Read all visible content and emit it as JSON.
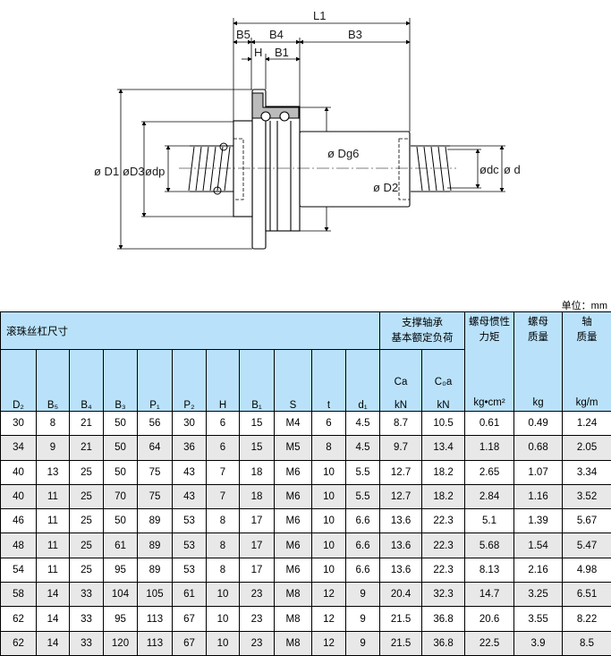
{
  "drawing": {
    "labels": {
      "L1": "L1",
      "B5": "B5",
      "B4": "B4",
      "B3": "B3",
      "H": "H",
      "B1": "B1",
      "D1": "ø D1",
      "D3": "øD3",
      "dp": "ødp",
      "Dg6": "ø Dg6",
      "D2": "ø D2",
      "dc": "ødc",
      "d": "ø d"
    }
  },
  "unit_label": "单位：mm",
  "table": {
    "group_ballscrew": "滚珠丝杠尺寸",
    "group_bearing_line1": "支撑轴承",
    "group_bearing_line2": "基本额定负荷",
    "group_inertia_line1": "螺母惯性",
    "group_inertia_line2": "力矩",
    "group_nutmass_line1": "螺母",
    "group_nutmass_line2": "质量",
    "group_shaftmass_line1": "轴",
    "group_shaftmass_line2": "质量",
    "ca": "Ca",
    "c0a": "C₀a",
    "columns": [
      "D₂",
      "B₅",
      "B₄",
      "B₃",
      "P₁",
      "P₂",
      "H",
      "B₁",
      "S",
      "t",
      "d₁",
      "kN",
      "kN",
      "kg•cm²",
      "kg",
      "kg/m"
    ],
    "rows": [
      [
        "30",
        "8",
        "21",
        "50",
        "56",
        "30",
        "6",
        "15",
        "M4",
        "6",
        "4.5",
        "8.7",
        "10.5",
        "0.61",
        "0.49",
        "1.24"
      ],
      [
        "34",
        "9",
        "21",
        "50",
        "64",
        "36",
        "6",
        "15",
        "M5",
        "8",
        "4.5",
        "9.7",
        "13.4",
        "1.18",
        "0.68",
        "2.05"
      ],
      [
        "40",
        "13",
        "25",
        "50",
        "75",
        "43",
        "7",
        "18",
        "M6",
        "10",
        "5.5",
        "12.7",
        "18.2",
        "2.65",
        "1.07",
        "3.34"
      ],
      [
        "40",
        "11",
        "25",
        "70",
        "75",
        "43",
        "7",
        "18",
        "M6",
        "10",
        "5.5",
        "12.7",
        "18.2",
        "2.84",
        "1.16",
        "3.52"
      ],
      [
        "46",
        "11",
        "25",
        "50",
        "89",
        "53",
        "8",
        "17",
        "M6",
        "10",
        "6.6",
        "13.6",
        "22.3",
        "5.1",
        "1.39",
        "5.67"
      ],
      [
        "48",
        "11",
        "25",
        "61",
        "89",
        "53",
        "8",
        "17",
        "M6",
        "10",
        "6.6",
        "13.6",
        "22.3",
        "5.68",
        "1.54",
        "5.47"
      ],
      [
        "54",
        "11",
        "25",
        "95",
        "89",
        "53",
        "8",
        "17",
        "M6",
        "10",
        "6.6",
        "13.6",
        "22.3",
        "8.13",
        "2.16",
        "4.98"
      ],
      [
        "58",
        "14",
        "33",
        "104",
        "105",
        "61",
        "10",
        "23",
        "M8",
        "12",
        "9",
        "20.4",
        "32.3",
        "14.7",
        "3.25",
        "6.51"
      ],
      [
        "62",
        "14",
        "33",
        "95",
        "113",
        "67",
        "10",
        "23",
        "M8",
        "12",
        "9",
        "21.5",
        "36.8",
        "20.6",
        "3.55",
        "8.22"
      ],
      [
        "62",
        "14",
        "33",
        "120",
        "113",
        "67",
        "10",
        "23",
        "M8",
        "12",
        "9",
        "21.5",
        "36.8",
        "22.5",
        "3.9",
        "8.5"
      ]
    ]
  }
}
